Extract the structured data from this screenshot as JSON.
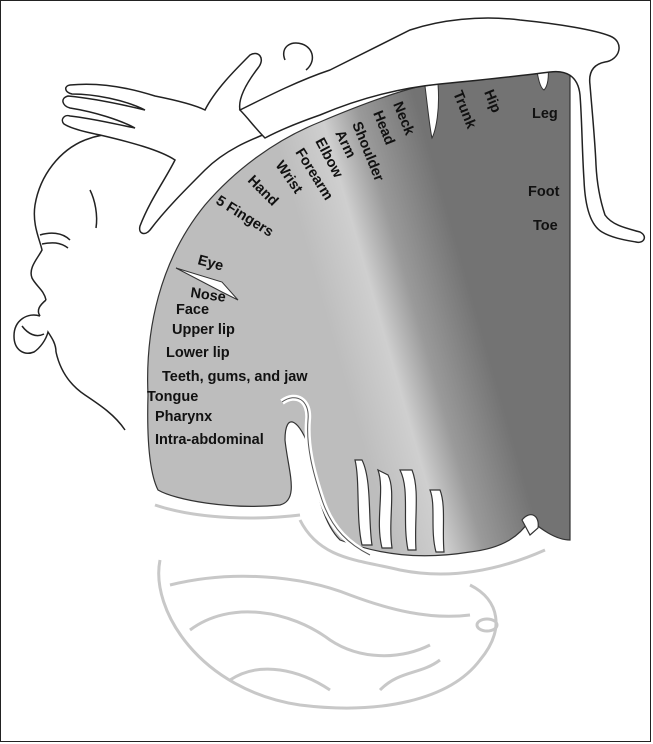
{
  "colors": {
    "cortex_light": "#b8b8b8",
    "cortex_dark": "#777777",
    "outline": "#2b2b2b",
    "white_matter": "#ffffff",
    "label": "#111111"
  },
  "body_regions": {
    "rotated": {
      "toe": "Toe",
      "foot": "Foot",
      "leg": "Leg",
      "hip": "Hip",
      "trunk": "Trunk",
      "neck": "Neck",
      "head": "Head",
      "shoulder": "Shoulder",
      "arm": "Arm",
      "elbow": "Elbow",
      "forearm": "Forearm",
      "wrist": "Wrist",
      "hand": "Hand",
      "fingers": "5 Fingers",
      "eye": "Eye"
    },
    "lower": {
      "nose": "Nose",
      "face": "Face",
      "upper_lip": "Upper lip",
      "lower_lip": "Lower lip",
      "teeth": "Teeth, gums, and jaw",
      "tongue": "Tongue",
      "pharynx": "Pharynx",
      "intra_abdominal": "Intra-abdominal"
    }
  }
}
